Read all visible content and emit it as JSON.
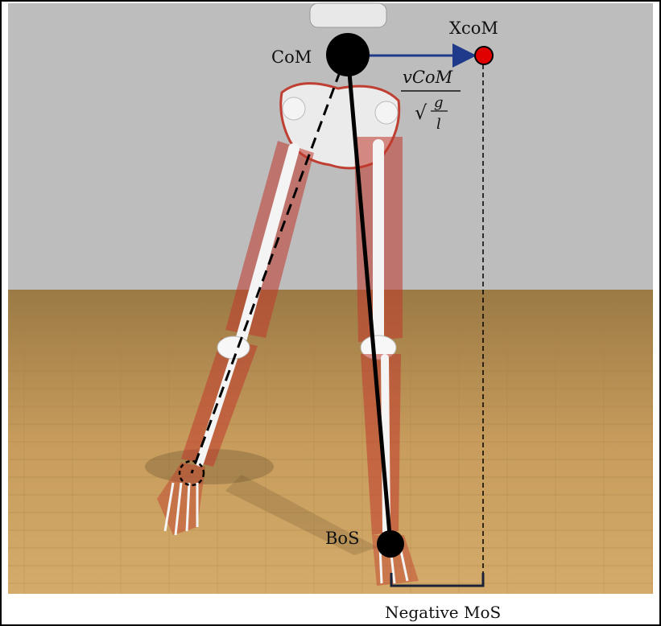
{
  "labels": {
    "com": "CoM",
    "xcom": "XcoM",
    "bos": "BoS",
    "negative_mos": "Negative MoS"
  },
  "formula": {
    "numerator": "vCoM",
    "radical": "√",
    "root_numerator": "g",
    "root_denominator": "l"
  },
  "colors": {
    "wall": "#bdbdbd",
    "floor": "#b58a4e",
    "com_marker": "#000000",
    "xcom_marker": "#e00000",
    "velocity_arrow": "#1f3a8a",
    "muscle": "#c0392b",
    "bone": "#f2f2f2"
  },
  "icons": {
    "com": "black-dot",
    "xcom": "red-dot",
    "bos": "black-dot",
    "dashed-foot": "dashed-circle"
  }
}
